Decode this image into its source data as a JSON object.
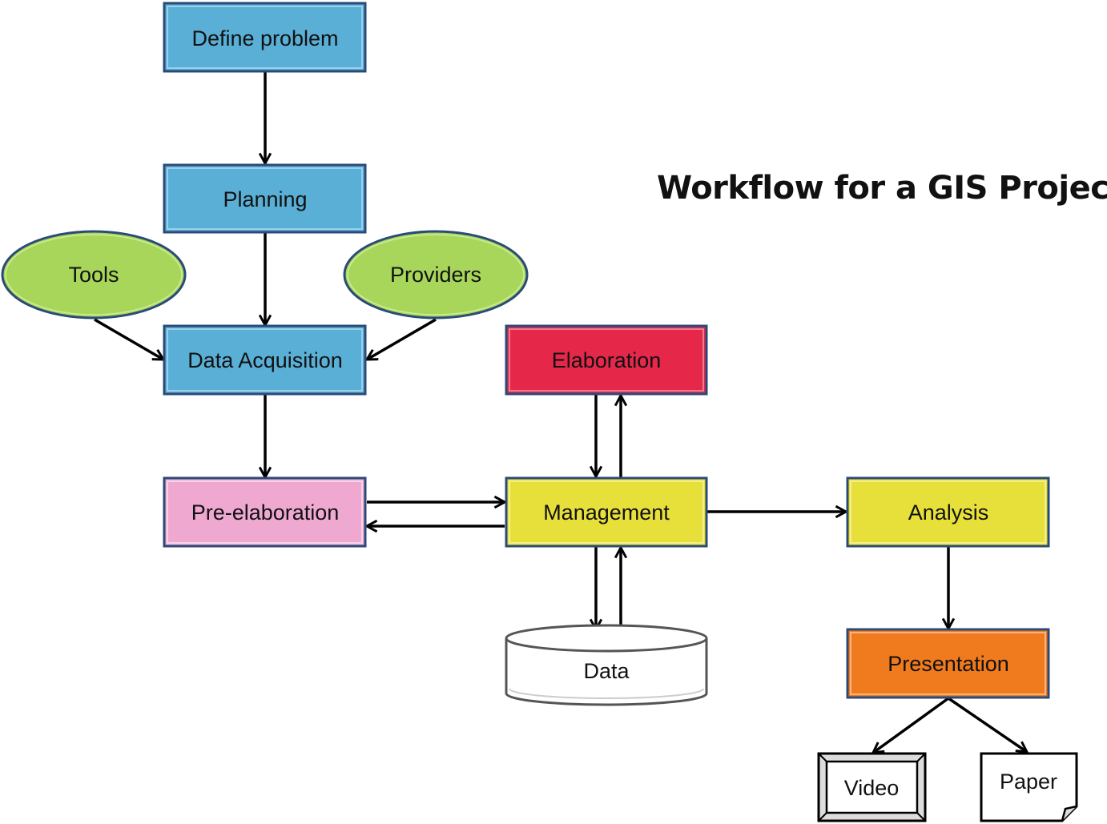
{
  "title": "Workflow for a GIS Project",
  "colors": {
    "blue": "#5aafd6",
    "green": "#a8d65a",
    "red": "#e5284a",
    "pink": "#efa8d0",
    "yellow": "#e8e03a",
    "orange": "#f07a1e",
    "white": "#ffffff"
  },
  "nodes": {
    "define_problem": "Define problem",
    "planning": "Planning",
    "tools": "Tools",
    "providers": "Providers",
    "data_acquisition": "Data Acquisition",
    "pre_elaboration": "Pre-elaboration",
    "elaboration": "Elaboration",
    "management": "Management",
    "analysis": "Analysis",
    "data": "Data",
    "presentation": "Presentation",
    "video": "Video",
    "paper": "Paper"
  }
}
